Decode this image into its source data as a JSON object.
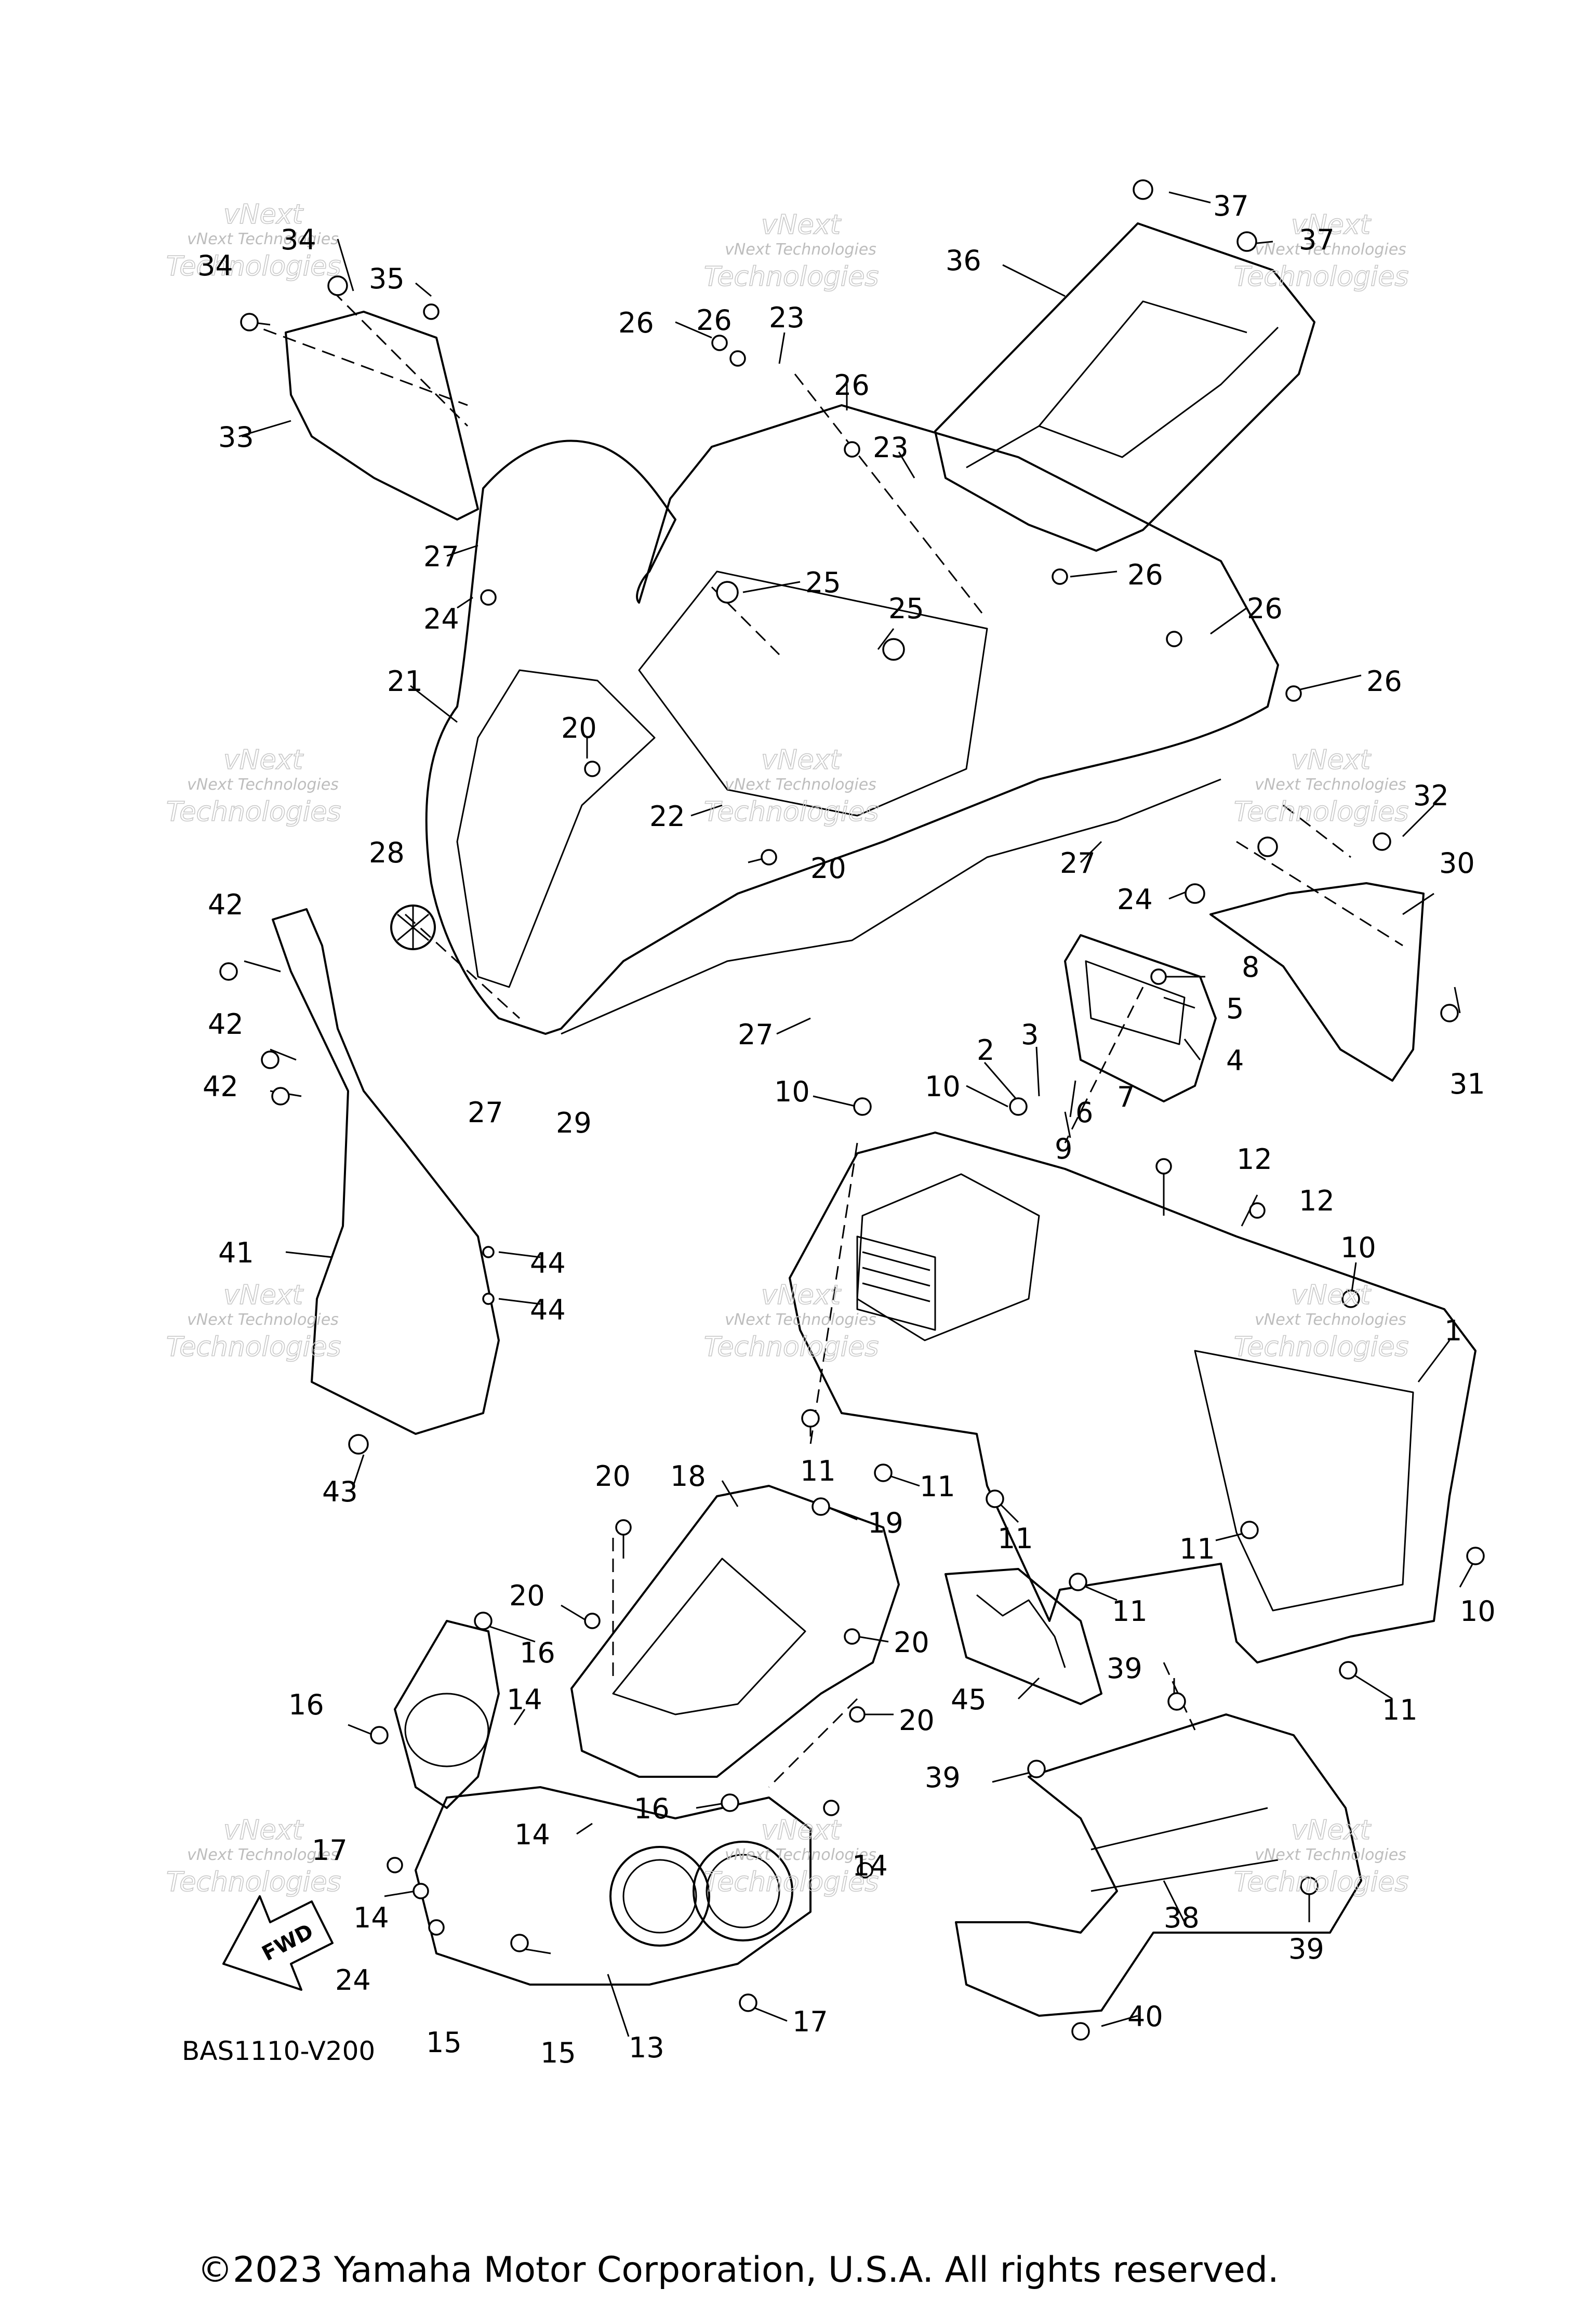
{
  "diagram_code": "BAS1110-V200",
  "direction_label": "FWD",
  "watermark": {
    "line1": "vNext",
    "line2": "Technologies",
    "small": "vNext Technologies"
  },
  "copyright": "©2023 Yamaha Motor Corporation, U.S.A. All rights reserved.",
  "callouts": [
    {
      "n": "1"
    },
    {
      "n": "2"
    },
    {
      "n": "3"
    },
    {
      "n": "4"
    },
    {
      "n": "5"
    },
    {
      "n": "6"
    },
    {
      "n": "7"
    },
    {
      "n": "8"
    },
    {
      "n": "9"
    },
    {
      "n": "10"
    },
    {
      "n": "10"
    },
    {
      "n": "10"
    },
    {
      "n": "10"
    },
    {
      "n": "11"
    },
    {
      "n": "11"
    },
    {
      "n": "11"
    },
    {
      "n": "11"
    },
    {
      "n": "11"
    },
    {
      "n": "11"
    },
    {
      "n": "12"
    },
    {
      "n": "12"
    },
    {
      "n": "13"
    },
    {
      "n": "14"
    },
    {
      "n": "14"
    },
    {
      "n": "14"
    },
    {
      "n": "14"
    },
    {
      "n": "15"
    },
    {
      "n": "15"
    },
    {
      "n": "16"
    },
    {
      "n": "16"
    },
    {
      "n": "16"
    },
    {
      "n": "17"
    },
    {
      "n": "17"
    },
    {
      "n": "18"
    },
    {
      "n": "19"
    },
    {
      "n": "20"
    },
    {
      "n": "20"
    },
    {
      "n": "20"
    },
    {
      "n": "20"
    },
    {
      "n": "20"
    },
    {
      "n": "20"
    },
    {
      "n": "21"
    },
    {
      "n": "22"
    },
    {
      "n": "23"
    },
    {
      "n": "23"
    },
    {
      "n": "24"
    },
    {
      "n": "24"
    },
    {
      "n": "24"
    },
    {
      "n": "25"
    },
    {
      "n": "25"
    },
    {
      "n": "26"
    },
    {
      "n": "26"
    },
    {
      "n": "26"
    },
    {
      "n": "26"
    },
    {
      "n": "26"
    },
    {
      "n": "26"
    },
    {
      "n": "27"
    },
    {
      "n": "27"
    },
    {
      "n": "27"
    },
    {
      "n": "27"
    },
    {
      "n": "28"
    },
    {
      "n": "29"
    },
    {
      "n": "30"
    },
    {
      "n": "31"
    },
    {
      "n": "32"
    },
    {
      "n": "33"
    },
    {
      "n": "34"
    },
    {
      "n": "34"
    },
    {
      "n": "35"
    },
    {
      "n": "36"
    },
    {
      "n": "37"
    },
    {
      "n": "37"
    },
    {
      "n": "38"
    },
    {
      "n": "39"
    },
    {
      "n": "39"
    },
    {
      "n": "39"
    },
    {
      "n": "40"
    },
    {
      "n": "41"
    },
    {
      "n": "42"
    },
    {
      "n": "42"
    },
    {
      "n": "42"
    },
    {
      "n": "43"
    },
    {
      "n": "44"
    },
    {
      "n": "44"
    },
    {
      "n": "45"
    }
  ]
}
